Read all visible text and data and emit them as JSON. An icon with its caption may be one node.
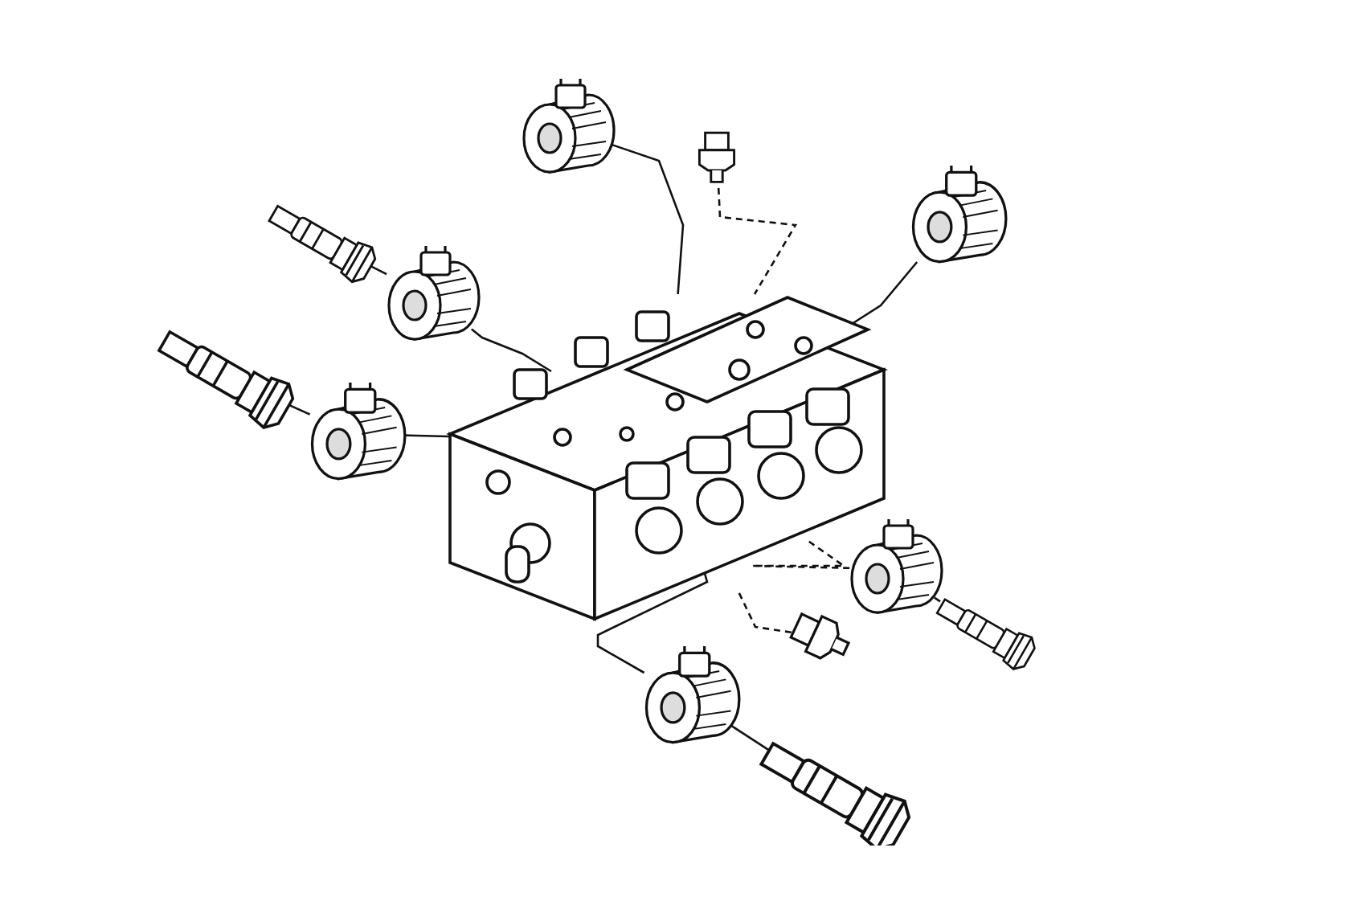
{
  "diagram": {
    "nodes": [
      {
        "text": [],
        "shape": "picture"
      },
      {
        "text": [],
        "shape": "picture"
      },
      {
        "text": [],
        "shape": "picture"
      },
      {
        "text": [],
        "shape": "picture"
      },
      {
        "text": [],
        "shape": "picture"
      },
      {
        "text": [],
        "shape": "picture"
      },
      {
        "text": [],
        "shape": "picture"
      },
      {
        "text": [],
        "shape": "picture"
      },
      {
        "text": [],
        "shape": "picture"
      },
      {
        "text": [],
        "shape": "picture"
      },
      {
        "text": [],
        "shape": "picture"
      },
      {
        "text": [],
        "shape": "picture"
      },
      {
        "text": [],
        "shape": "picture"
      }
    ],
    "edges": [
      {
        "from": 1,
        "to": 0,
        "arrow": "none"
      },
      {
        "from": 2,
        "to": 0,
        "arrow": "none",
        "style": "dashed"
      },
      {
        "from": 3,
        "to": 0,
        "arrow": "none"
      },
      {
        "from": 4,
        "to": 5,
        "arrow": "none"
      },
      {
        "from": 5,
        "to": 0,
        "arrow": "none"
      },
      {
        "from": 6,
        "to": 7,
        "arrow": "none"
      },
      {
        "from": 7,
        "to": 0,
        "arrow": "none"
      },
      {
        "from": 8,
        "to": 0,
        "arrow": "none",
        "style": "dashed"
      },
      {
        "from": 9,
        "to": 8,
        "arrow": "none"
      },
      {
        "from": 10,
        "to": 0,
        "arrow": "none",
        "style": "dashed"
      },
      {
        "from": 11,
        "to": 0,
        "arrow": "none"
      },
      {
        "from": 12,
        "to": 11,
        "arrow": "none"
      }
    ]
  }
}
